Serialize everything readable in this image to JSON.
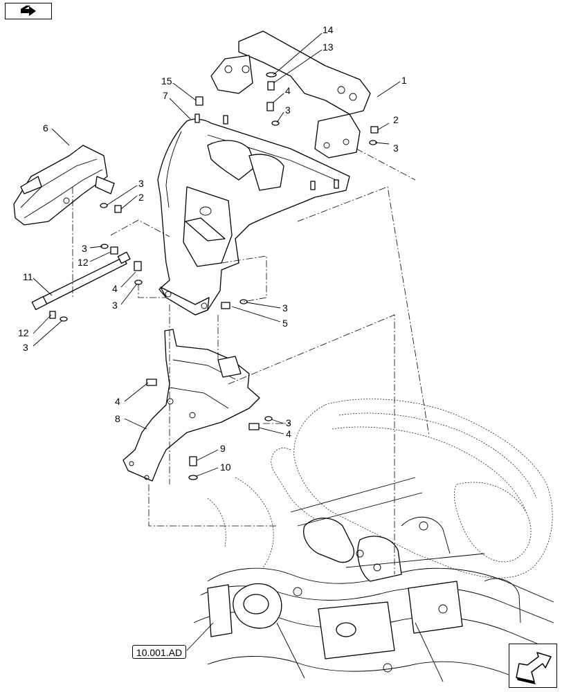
{
  "reference": {
    "label": "10.001.AD"
  },
  "callouts": [
    {
      "id": "c1",
      "text": "1"
    },
    {
      "id": "c2a",
      "text": "2"
    },
    {
      "id": "c3a",
      "text": "3"
    },
    {
      "id": "c14",
      "text": "14"
    },
    {
      "id": "c13",
      "text": "13"
    },
    {
      "id": "c4a",
      "text": "4"
    },
    {
      "id": "c3b",
      "text": "3"
    },
    {
      "id": "c15",
      "text": "15"
    },
    {
      "id": "c7",
      "text": "7"
    },
    {
      "id": "c6",
      "text": "6"
    },
    {
      "id": "c3c",
      "text": "3"
    },
    {
      "id": "c2b",
      "text": "2"
    },
    {
      "id": "c3d",
      "text": "3"
    },
    {
      "id": "c12a",
      "text": "12"
    },
    {
      "id": "c11",
      "text": "11"
    },
    {
      "id": "c4b",
      "text": "4"
    },
    {
      "id": "c3e",
      "text": "3"
    },
    {
      "id": "c3f",
      "text": "3"
    },
    {
      "id": "c5",
      "text": "5"
    },
    {
      "id": "c12b",
      "text": "12"
    },
    {
      "id": "c3g",
      "text": "3"
    },
    {
      "id": "c4c",
      "text": "4"
    },
    {
      "id": "c8",
      "text": "8"
    },
    {
      "id": "c3h",
      "text": "3"
    },
    {
      "id": "c4d",
      "text": "4"
    },
    {
      "id": "c9",
      "text": "9"
    },
    {
      "id": "c10",
      "text": "10"
    }
  ],
  "navigation": {
    "prev_icon": "arrow-back-icon",
    "next_icon": "arrow-forward-icon"
  }
}
